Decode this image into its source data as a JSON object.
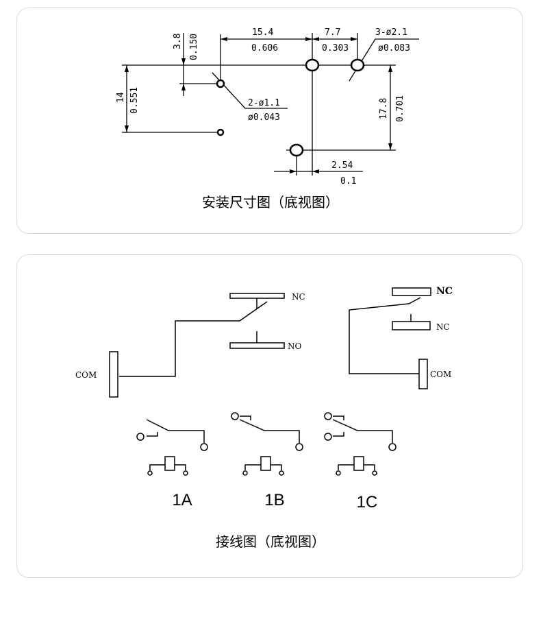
{
  "dimension_drawing": {
    "caption": "安装尺寸图（底视图）",
    "dim_15_4": "15.4",
    "dim_0_606": "0.606",
    "dim_7_7": "7.7",
    "dim_0_303": "0.303",
    "dim_3_hole": "3-ø2.1",
    "dim_3_hole_in": "ø0.083",
    "dim_3_8": "3.8",
    "dim_0_150": "0.150",
    "dim_14": "14",
    "dim_0_551": "0.551",
    "dim_2_hole": "2-ø1.1",
    "dim_2_hole_in": "ø0.043",
    "dim_17_8": "17.8",
    "dim_0_701": "0.701",
    "dim_2_54": "2.54",
    "dim_0_1": "0.1"
  },
  "wiring_diagram": {
    "caption": "接线图（底视图）",
    "left_nc": "NC",
    "left_no": "NO",
    "left_com": "COM",
    "right_nc_top": "NC",
    "right_nc_bottom": "NC",
    "right_com": "COM",
    "variants": [
      "1A",
      "1B",
      "1C"
    ]
  }
}
